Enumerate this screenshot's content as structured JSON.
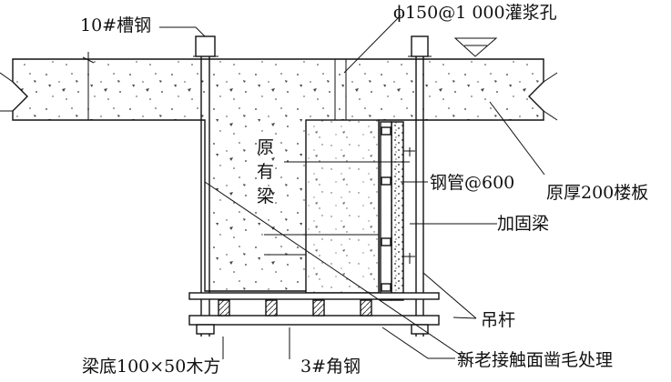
{
  "labels": {
    "channel_steel": "10#槽钢",
    "grout_hole": "ϕ150@1 000灌浆孔",
    "original_beam_1": "原",
    "original_beam_2": "有",
    "original_beam_3": "梁",
    "steel_pipe": "钢管@600",
    "original_slab": "原厚200楼板",
    "strengthening_beam": "加固梁",
    "hanger_rod": "吊杆",
    "roughened_interface": "新老接触面凿毛处理",
    "timber_base": "梁底100×50木方",
    "angle_steel": "3#角钢"
  }
}
